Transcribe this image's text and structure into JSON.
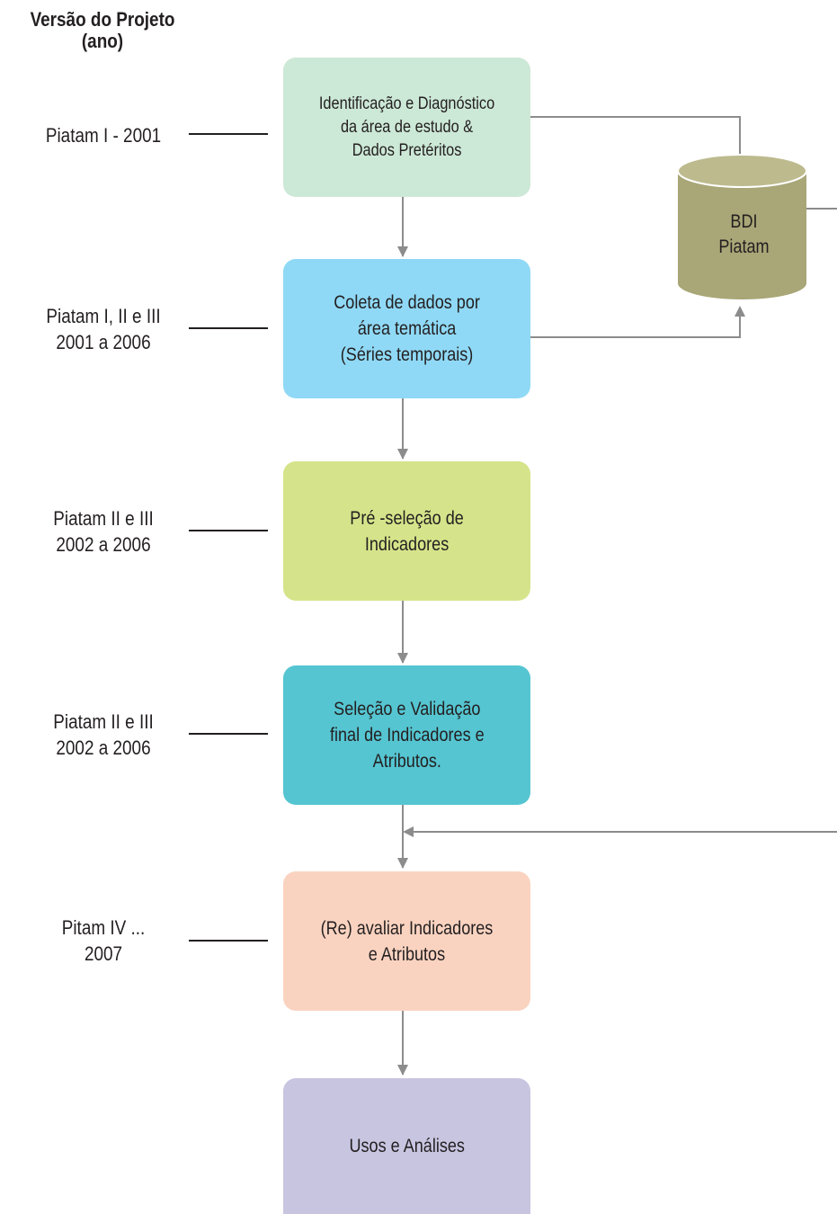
{
  "heading": {
    "line1": "Versão do Projeto",
    "line2": "(ano)"
  },
  "steps": [
    {
      "version_line1": "Piatam  I - 2001",
      "version_line2": "",
      "text_line1": "Identificação e Diagnóstico",
      "text_line2": "da área de estudo &",
      "text_line3": "Dados Pretéritos",
      "color": "#cce8d6"
    },
    {
      "version_line1": "Piatam  I, II e III",
      "version_line2": "2001 a 2006",
      "text_line1": "Coleta de dados por",
      "text_line2": "área temática",
      "text_line3": "(Séries temporais)",
      "color": "#8fd9f6"
    },
    {
      "version_line1": "Piatam  II e III",
      "version_line2": "2002 a 2006",
      "text_line1": "Pré -seleção de",
      "text_line2": "Indicadores",
      "text_line3": "",
      "color": "#d5e48a"
    },
    {
      "version_line1": "Piatam  II e III",
      "version_line2": "2002 a 2006",
      "text_line1": "Seleção e  Validação",
      "text_line2": "final de Indicadores e",
      "text_line3": "Atributos.",
      "color": "#55c5d1"
    },
    {
      "version_line1": "Pitam IV ...",
      "version_line2": "2007",
      "text_line1": "(Re) avaliar  Indicadores",
      "text_line2": "e Atributos",
      "text_line3": "",
      "color": "#fad3c0"
    },
    {
      "version_line1": "",
      "version_line2": "",
      "text_line1": "Usos e Análises",
      "text_line2": "",
      "text_line3": "",
      "color": "#c8c5e1"
    }
  ],
  "database": {
    "line1": "BDI",
    "line2": "Piatam",
    "color": "#a9a677"
  },
  "colors": {
    "arrow": "#8c8c8c",
    "connector": "#231f20"
  }
}
